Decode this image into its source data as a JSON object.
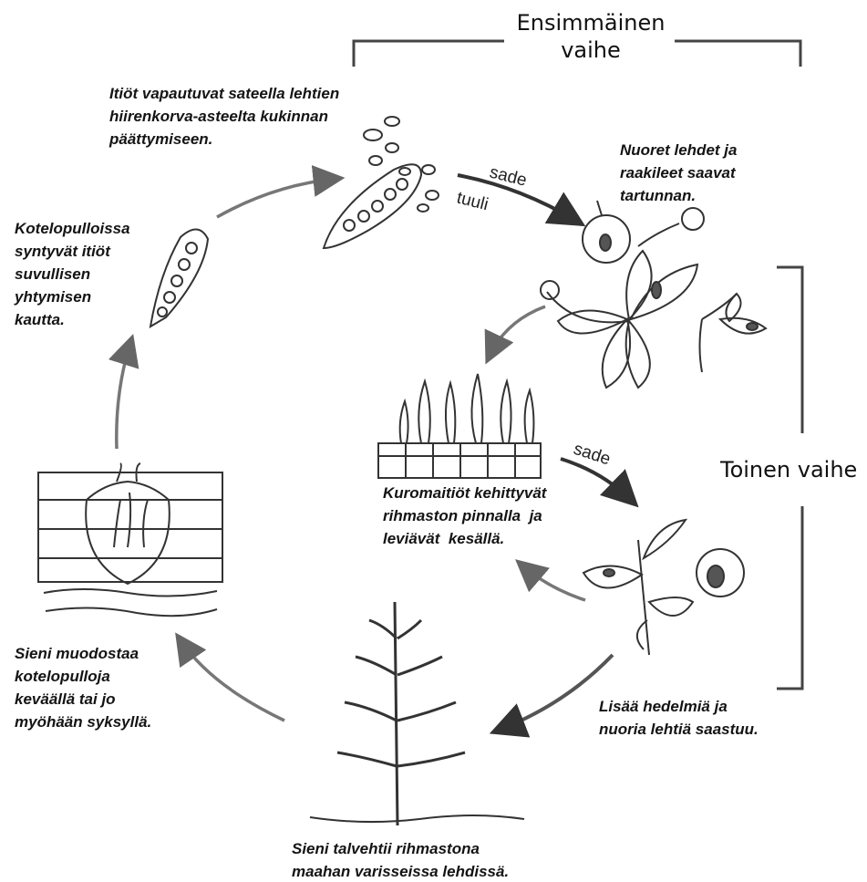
{
  "phases": {
    "first": "Ensimmäinen\nvaihe",
    "second": "Toinen vaihe"
  },
  "captions": {
    "spores_release": "Itiöt vapautuvat sateella lehtien\nhiirenkorva-asteelta kukinnan\npäättymiseen.",
    "young_leaves": "Nuoret lehdet ja\nraakileet saavat\ntartunnan.",
    "ascus_spores": "Kotelopulloissa\nsyntyvät itiöt\nsuvullisen\nyhtymisen\nkautta.",
    "conidia": "Kuromaitiöt kehittyvät\nrihmaston pinnalla  ja\nleviävät  kesällä.",
    "perithecia": "Sieni muodostaa\nkotelopulloja\nkeväällä tai jo\nmyöhään syksyllä.",
    "more_fruits": "Lisää hedelmiä ja\nnuoria lehtiä saastuu.",
    "overwinter": "Sieni talvehtii rihmastona\nmaahan varisseissa lehdissä."
  },
  "arrow_labels": {
    "rain_1": "sade",
    "wind": "tuuli",
    "rain_2": "sade"
  }
}
